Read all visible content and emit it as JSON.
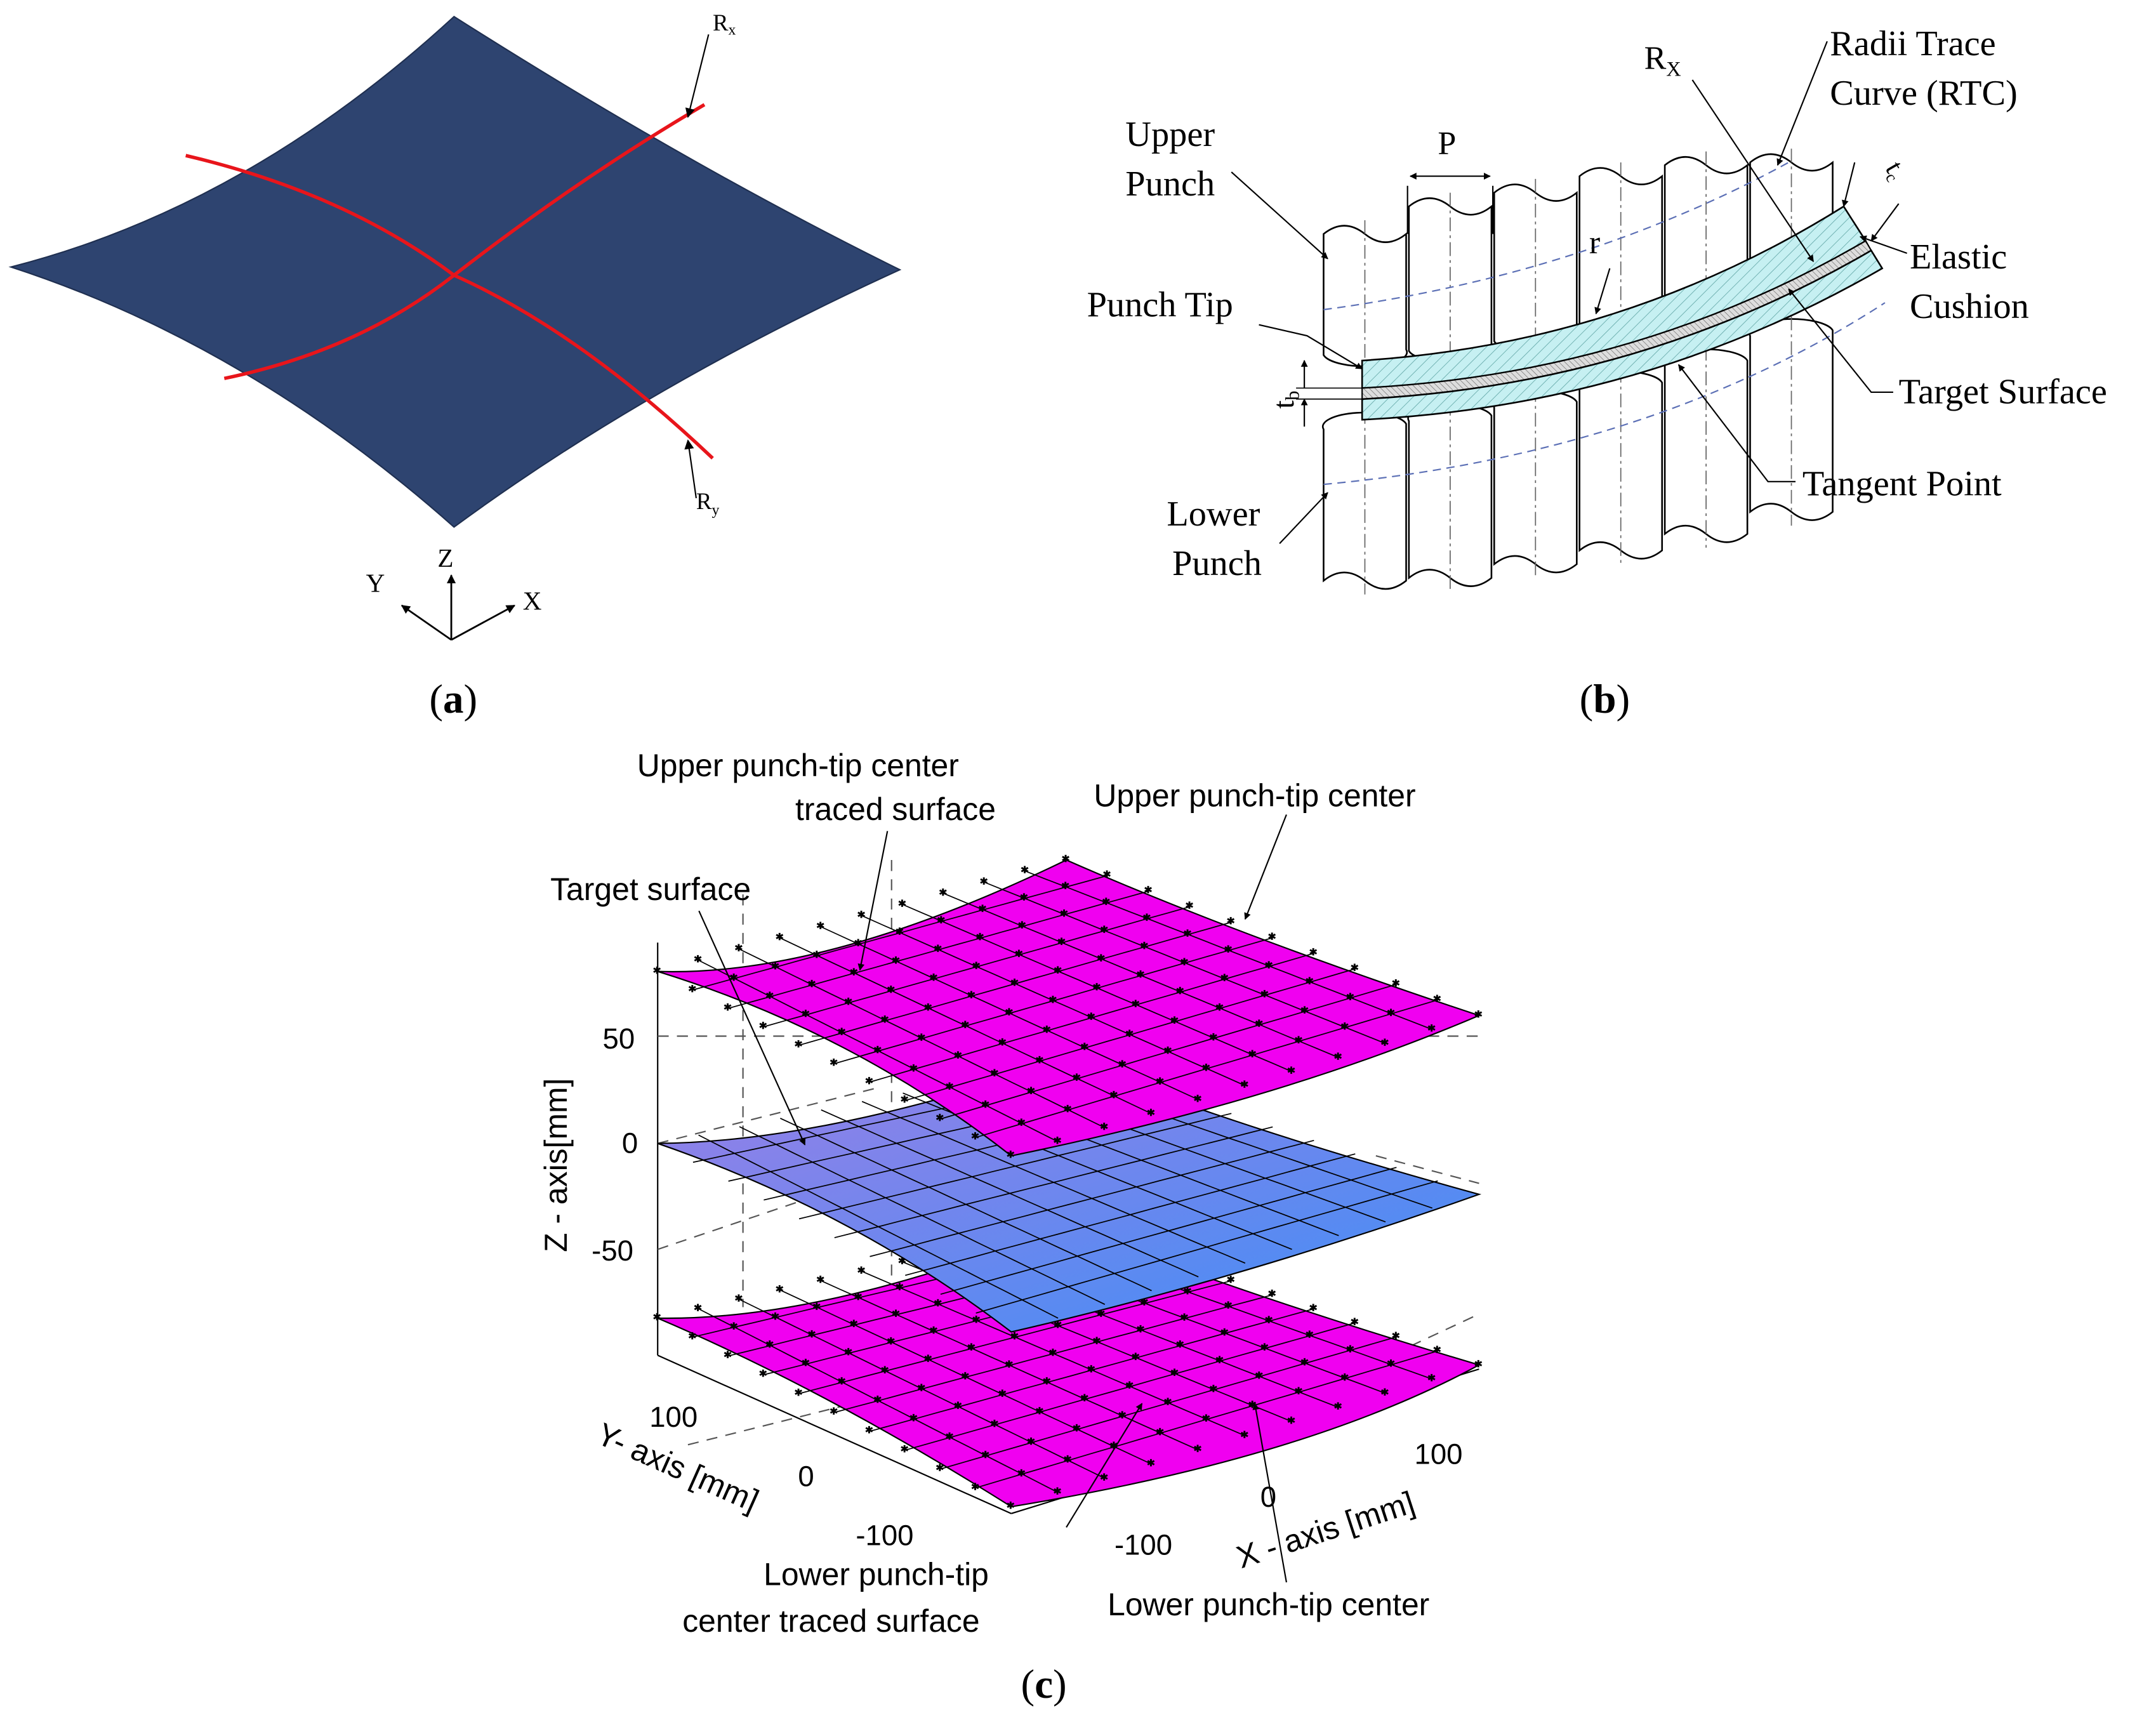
{
  "panel_a": {
    "caption_open": "(",
    "caption_letter": "a",
    "caption_close": ")",
    "label_rx_main": "R",
    "label_rx_sub": "x",
    "label_ry_main": "R",
    "label_ry_sub": "y",
    "axis_x": "X",
    "axis_y": "Y",
    "axis_z": "Z",
    "colors": {
      "surface": "#2e4470",
      "trace": "#e8151b"
    }
  },
  "panel_b": {
    "caption_open": "(",
    "caption_letter": "b",
    "caption_close": ")",
    "upper_punch": [
      "Upper",
      "Punch"
    ],
    "lower_punch": [
      "Lower",
      "Punch"
    ],
    "pitch": "P",
    "punch_tip": "Punch Tip",
    "radius": "r",
    "rx_main": "R",
    "rx_sub": "X",
    "rtc": [
      "Radii Trace",
      "Curve (RTC)"
    ],
    "tc_main": "t",
    "tc_sub": "c",
    "tb_main": "t",
    "tb_sub": "b",
    "elastic_cushion": [
      "Elastic",
      "Cushion"
    ],
    "target_surface": "Target Surface",
    "tangent_point": "Tangent Point",
    "colors": {
      "cushion": "#c6f0f2",
      "trace": "#5b6fb5"
    }
  },
  "panel_c": {
    "caption_open": "(",
    "caption_letter": "c",
    "caption_close": ")",
    "upper_traced": [
      "Upper punch-tip center",
      "traced surface"
    ],
    "upper_center": "Upper punch-tip center",
    "target": "Target surface",
    "lower_traced": [
      "Lower punch-tip",
      "center traced surface"
    ],
    "lower_center": "Lower punch-tip center",
    "z_label": "Z - axis[mm]",
    "y_label": "Y- axis [mm]",
    "x_label": "X - axis [mm]",
    "z_ticks": [
      "50",
      "0",
      "-50"
    ],
    "y_ticks": [
      "100",
      "0",
      "-100"
    ],
    "x_ticks": [
      "-100",
      "0",
      "100"
    ],
    "colors": {
      "upper": "#f000f0",
      "lower": "#f000f0",
      "target_top": "#8f7ce8",
      "target_bottom": "#3d8df5"
    }
  }
}
